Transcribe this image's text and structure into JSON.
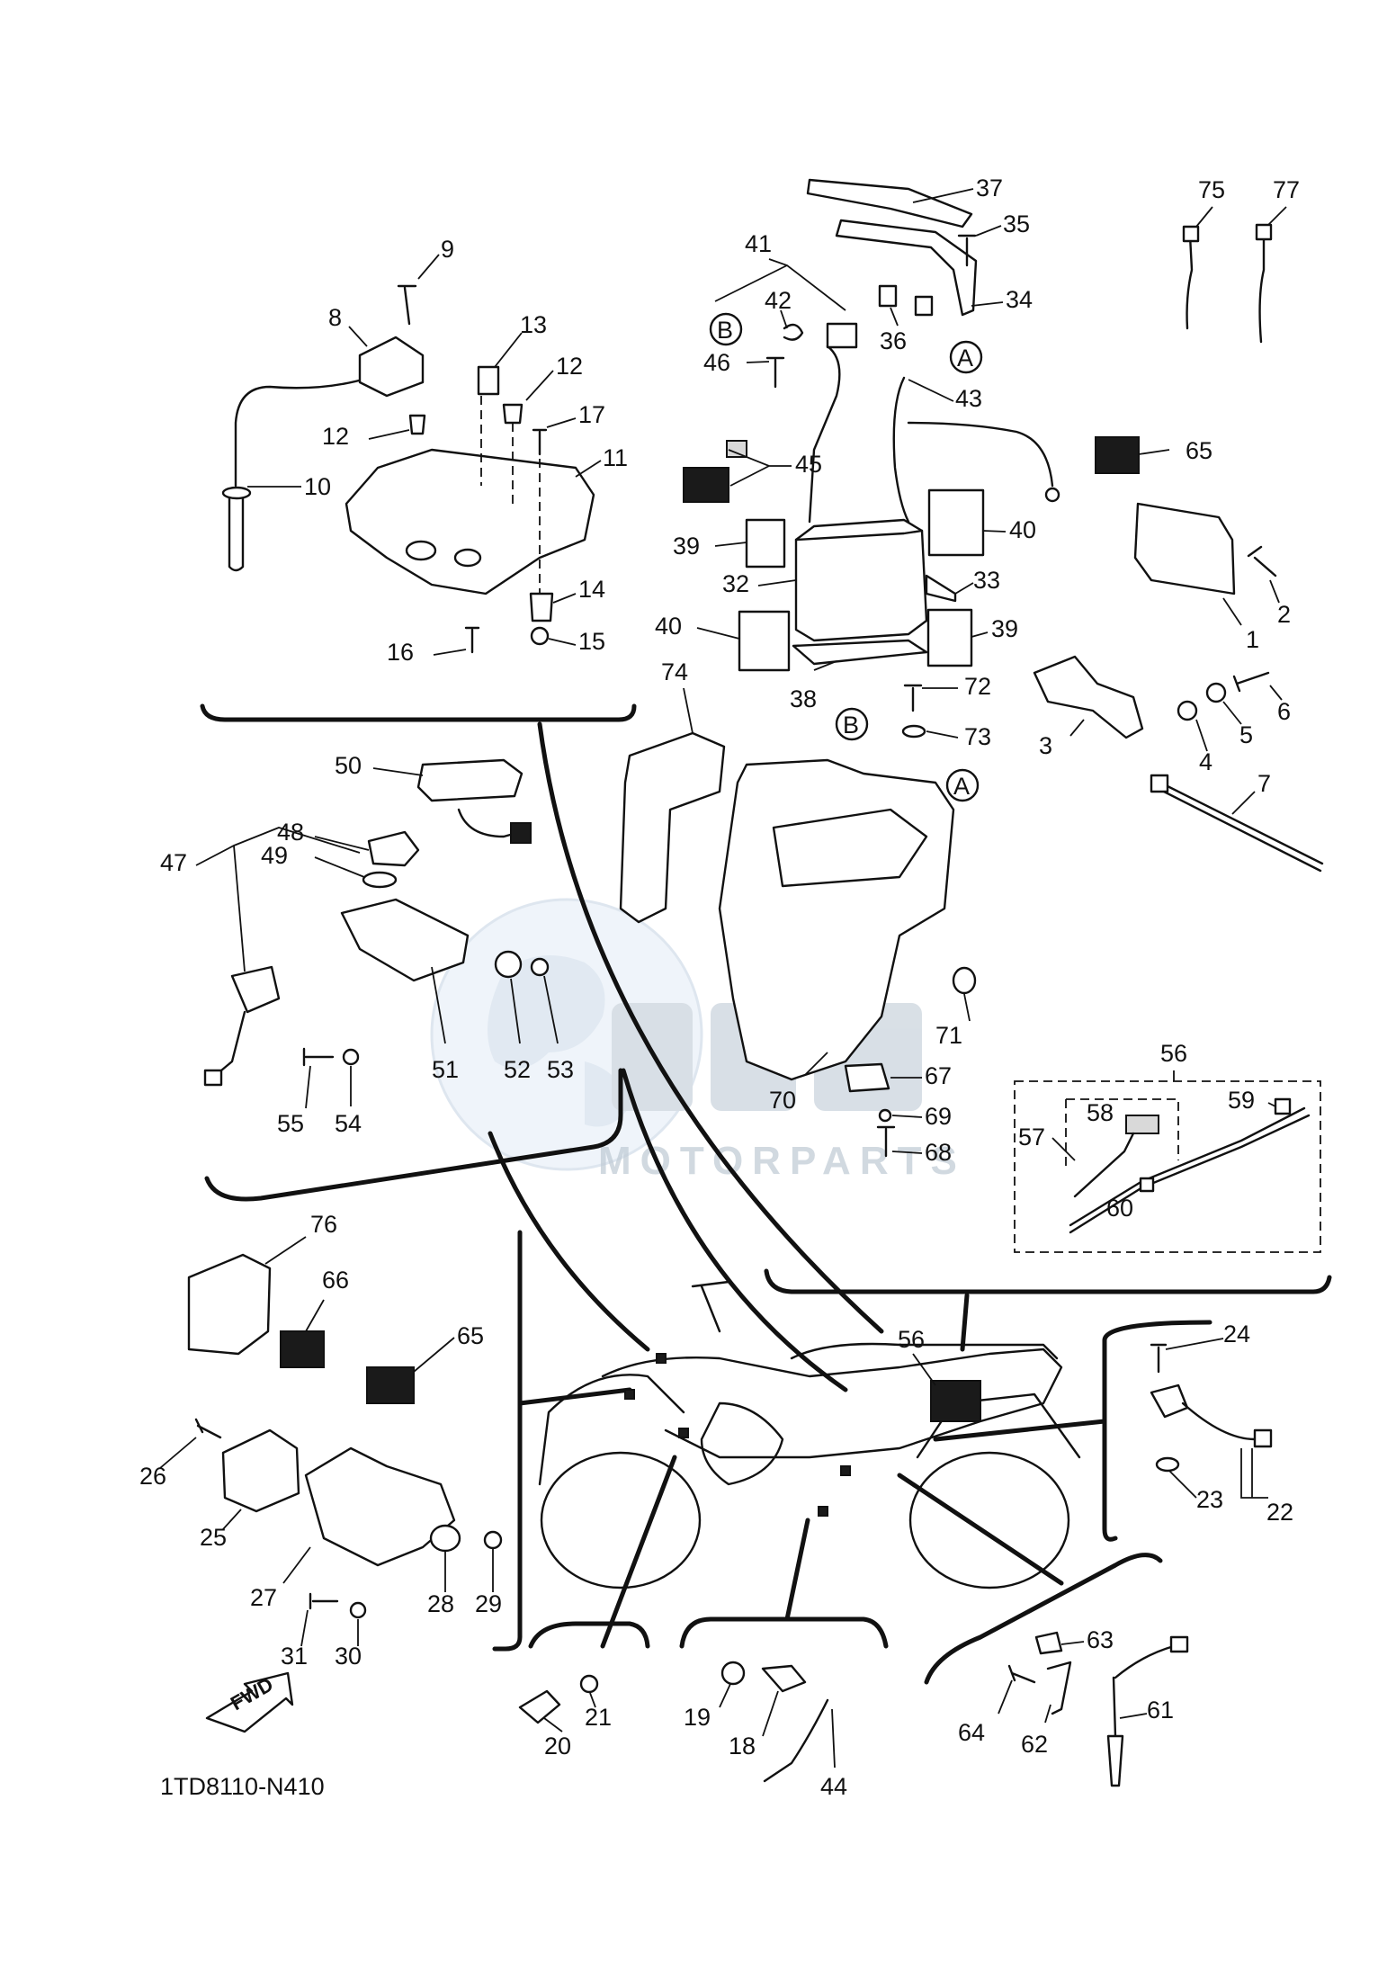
{
  "diagram": {
    "ref_code": "1TD8110-N410",
    "forward_label": "FWD",
    "watermark": {
      "brand": "OEM",
      "subtitle": "MOTORPARTS"
    },
    "reference_marks": [
      "A",
      "B"
    ],
    "callouts": [
      "1",
      "2",
      "3",
      "4",
      "5",
      "6",
      "7",
      "8",
      "9",
      "10",
      "11",
      "12",
      "13",
      "14",
      "15",
      "16",
      "17",
      "18",
      "19",
      "20",
      "21",
      "22",
      "23",
      "24",
      "25",
      "26",
      "27",
      "28",
      "29",
      "30",
      "31",
      "32",
      "33",
      "34",
      "35",
      "36",
      "37",
      "38",
      "39",
      "40",
      "41",
      "42",
      "43",
      "44",
      "45",
      "46",
      "47",
      "48",
      "49",
      "50",
      "51",
      "52",
      "53",
      "54",
      "55",
      "56",
      "57",
      "58",
      "59",
      "60",
      "61",
      "62",
      "63",
      "64",
      "65",
      "66",
      "67",
      "68",
      "69",
      "70",
      "71",
      "72",
      "73",
      "74",
      "75",
      "76",
      "77"
    ]
  }
}
